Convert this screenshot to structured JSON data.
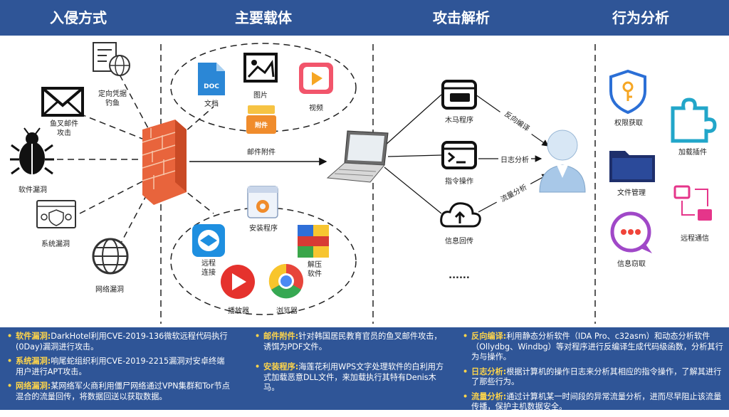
{
  "header": {
    "titles": [
      "入侵方式",
      "主要载体",
      "攻击解析",
      "行为分析"
    ]
  },
  "intrusion": {
    "phishing": "定向凭据\n钓鱼",
    "spear_mail": "鱼叉邮件\n攻击",
    "software_vuln": "软件漏洞",
    "system_vuln": "系统漏洞",
    "network_vuln": "网络漏洞"
  },
  "carrier": {
    "doc_badge": "DOC",
    "doc": "文档",
    "image": "图片",
    "video": "视频",
    "attach_badge": "附件",
    "attachment": "邮件附件",
    "mail_attachment_label": "邮件附件",
    "installer": "安装程序",
    "remote": "远程\n连接",
    "unzip": "解压\n软件",
    "player": "播放器",
    "browser": "浏览器"
  },
  "analysis": {
    "trojan": "木马程序",
    "command": "指令操作",
    "upload": "信息回传",
    "more": "......",
    "reverse": "反向编译",
    "log": "日志分析",
    "flow": "流量分析"
  },
  "behavior": {
    "privilege": "权限获取",
    "plugin": "加载插件",
    "file_mgmt": "文件管理",
    "remote_comm": "远程通信",
    "info_steal": "信息窃取"
  },
  "footer": {
    "col1": [
      {
        "key": "软件漏洞:",
        "text": "DarkHotel利用CVE-2019-136微软远程代码执行(0Day)漏洞进行攻击。"
      },
      {
        "key": "系统漏洞:",
        "text": "响尾蛇组织利用CVE-2019-2215漏洞对安卓终端用户进行APT攻击。"
      },
      {
        "key": "网络漏洞:",
        "text": "某网络军火商利用僵尸网络通过VPN集群和Tor节点混合的流量回传，将数据回送以获取数据。"
      }
    ],
    "col2": [
      {
        "key": "邮件附件:",
        "text": "针对韩国居民教育官员的鱼叉邮件攻击，诱饵为PDF文件。"
      },
      {
        "key": "安装程序:",
        "text": "海莲花利用WPS文字处理软件的白利用方式加载恶意DLL文件，来加载执行其特有Denis木马。"
      }
    ],
    "col3": [
      {
        "key": "反向编译:",
        "text": "利用静态分析软件（IDA Pro、c32asm）和动态分析软件（Ollydbg、Windbg）等对程序进行反编译生成代码级函数，分析其行为与操作。"
      },
      {
        "key": "日志分析:",
        "text": "根据计算机的操作日志来分析其相应的指令操作，了解其进行了那些行为。"
      },
      {
        "key": "流量分析:",
        "text": "通过计算机某一时间段的异常流量分析，进而尽早阻止该流量传播，保护主机数据安全。"
      }
    ]
  },
  "colors": {
    "header_bg": "#2f5597",
    "keyword": "#ffd54a",
    "firewall": "#e8643c",
    "accent_blue": "#1f77c9"
  }
}
